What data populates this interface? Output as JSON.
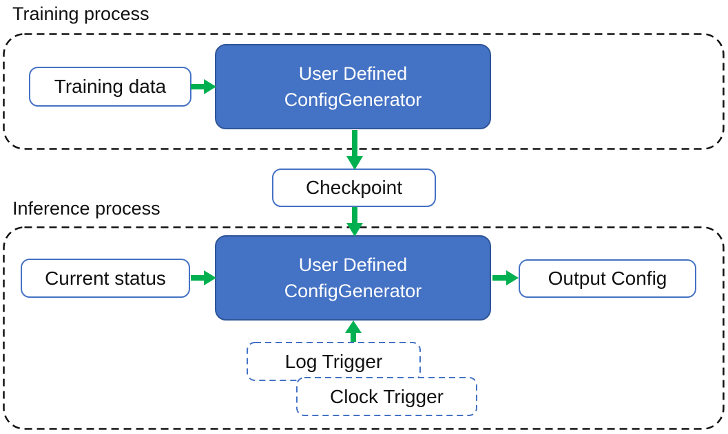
{
  "sections": {
    "training": {
      "label": "Training process"
    },
    "inference": {
      "label": "Inference process"
    }
  },
  "nodes": {
    "training_data": {
      "label": "Training data"
    },
    "generator_training": {
      "line1": "User Defined",
      "line2": "ConfigGenerator"
    },
    "checkpoint": {
      "label": "Checkpoint"
    },
    "current_status": {
      "label": "Current status"
    },
    "generator_inference": {
      "line1": "User Defined",
      "line2": "ConfigGenerator"
    },
    "output_config": {
      "label": "Output Config"
    },
    "log_trigger": {
      "label": "Log Trigger"
    },
    "clock_trigger": {
      "label": "Clock Trigger"
    }
  },
  "colors": {
    "node_fill_blue": "#4472C4",
    "node_border_dark_blue": "#2F5597",
    "node_outline_blue": "#4472C4",
    "arrow_green": "#00B050",
    "container_dash_black": "#111111",
    "text_dark": "#111111",
    "text_light": "#FFFFFF"
  }
}
